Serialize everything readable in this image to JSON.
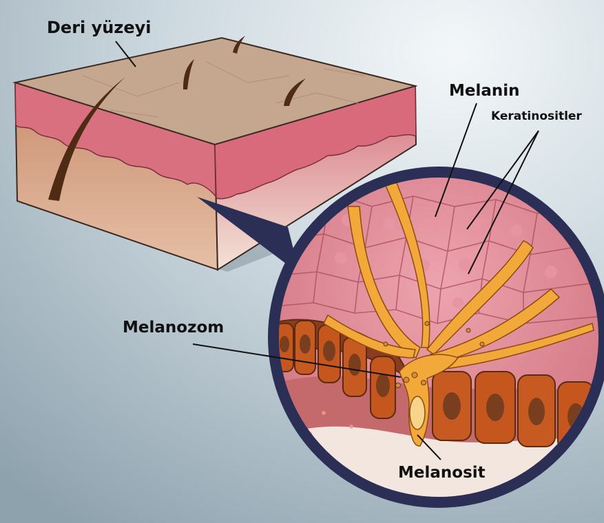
{
  "labels": {
    "skin_surface": "Deri yüzeyi",
    "melanin": "Melanin",
    "keratinocytes": "Keratinositler",
    "melanosome": "Melanozom",
    "melanocyte": "Melanosit"
  },
  "colors": {
    "background_light": "#eef4f7",
    "background_dark": "#8fa3b0",
    "skin_surface": "#c4a48c",
    "epidermis": "#d9707e",
    "dermis": "#e9c6b4",
    "lens_frame": "#2c2f55",
    "melanocyte": "#f2a93a",
    "basal_cells": "#c4561e",
    "hair": "#4e2b12"
  }
}
